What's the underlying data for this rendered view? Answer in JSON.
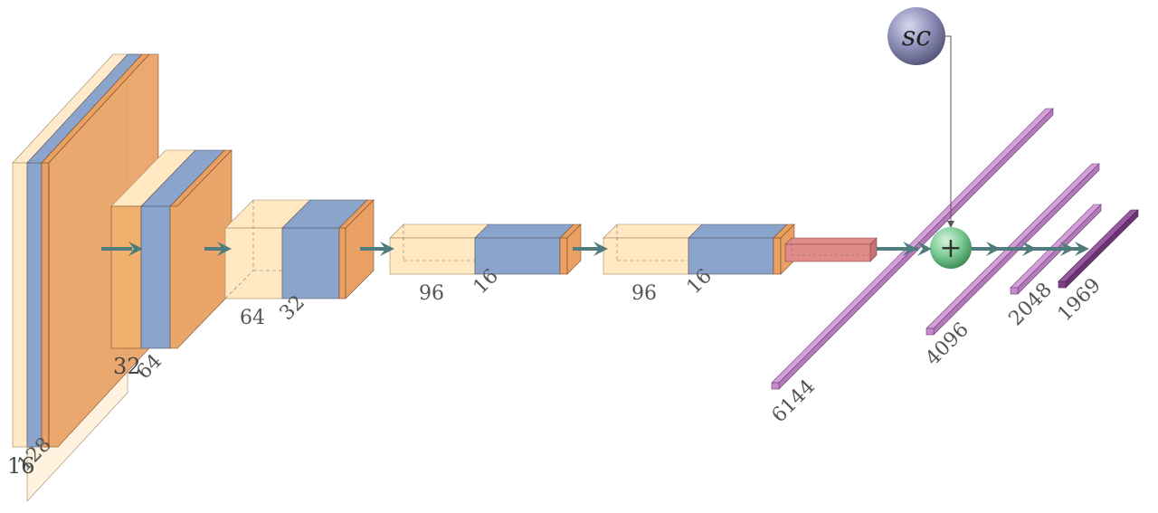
{
  "diagram": {
    "stages": [
      {
        "labels": [
          "16",
          "128"
        ]
      },
      {
        "labels": [
          "32",
          "64"
        ]
      },
      {
        "labels": [
          "64",
          "32"
        ]
      },
      {
        "labels": [
          "96",
          "16"
        ]
      },
      {
        "labels": [
          "96",
          "16"
        ]
      }
    ],
    "dense_layers": [
      {
        "label": "6144"
      },
      {
        "label": "4096"
      },
      {
        "label": "2048"
      },
      {
        "label": "1969"
      }
    ],
    "skip_node": {
      "label": "sc"
    },
    "sum_node": {
      "label": "+"
    }
  },
  "colors": {
    "conv": "#FFE8C2",
    "relu_blue": "#8AA4CB",
    "pool_orange": "#E9A062",
    "fc_red": "#E08A8A",
    "dense_purple": "#C68CCB",
    "output_purple": "#7D3F85",
    "sum_green": "#7CCB94",
    "skip_node": "#8E8FB8",
    "arrow": "#4F7C7C"
  }
}
